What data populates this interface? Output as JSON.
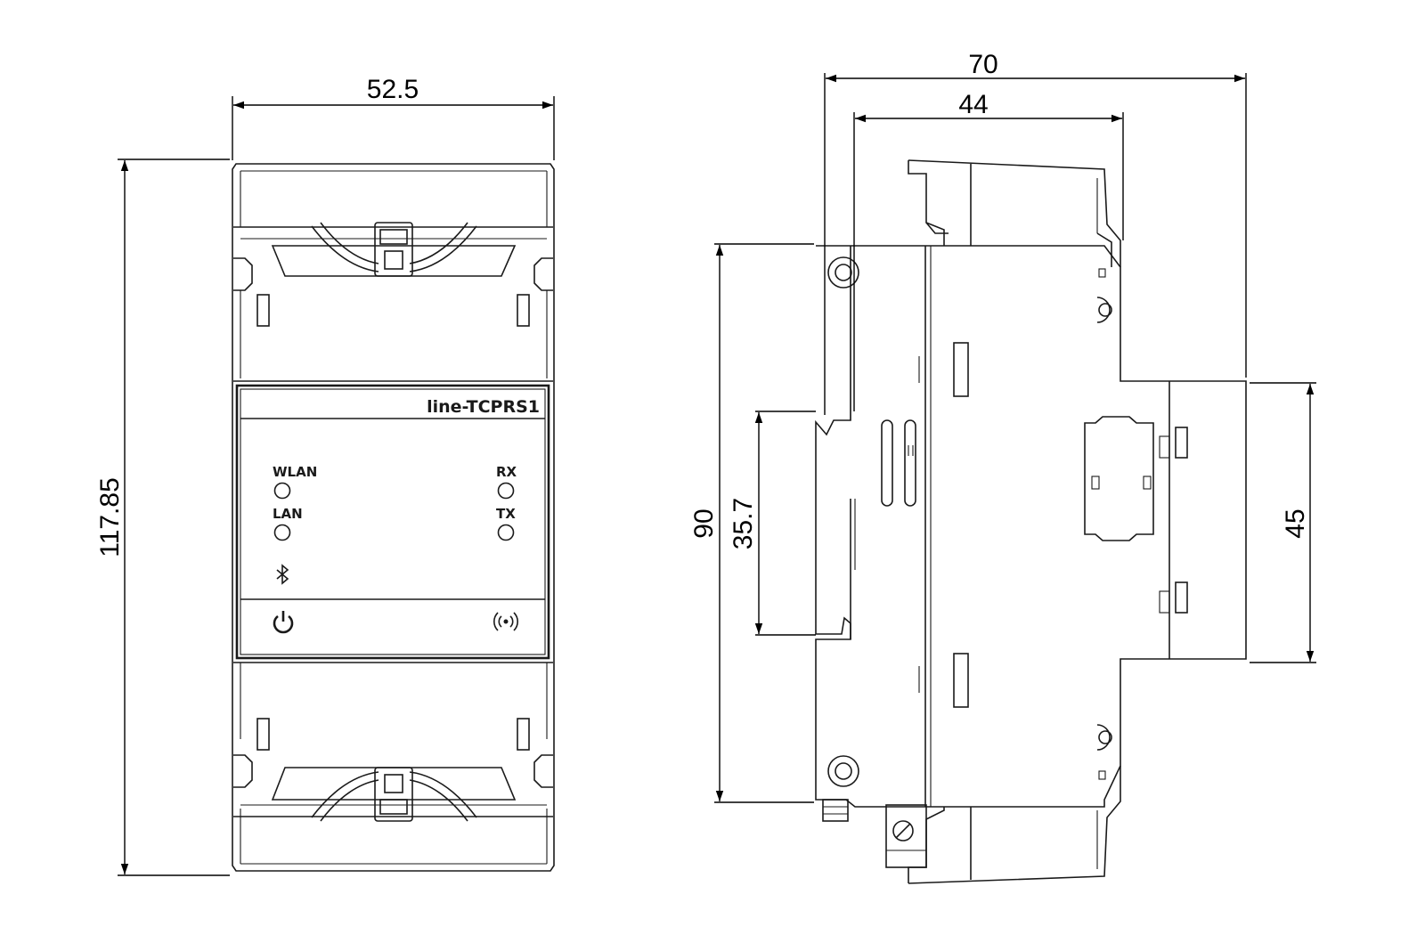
{
  "front_view": {
    "model": "line-TCPRS1",
    "led_labels": {
      "wlan": "WLAN",
      "lan": "LAN",
      "rx": "RX",
      "tx": "TX"
    },
    "icons": [
      "bluetooth-icon",
      "power-icon",
      "wireless-signal-icon"
    ],
    "dimensions": {
      "width": "52.5",
      "height": "117.85"
    }
  },
  "side_view": {
    "dimensions": {
      "overall_depth": "70",
      "body_depth": "44",
      "height": "90",
      "inner_height": "35.7",
      "front_height": "45"
    }
  }
}
